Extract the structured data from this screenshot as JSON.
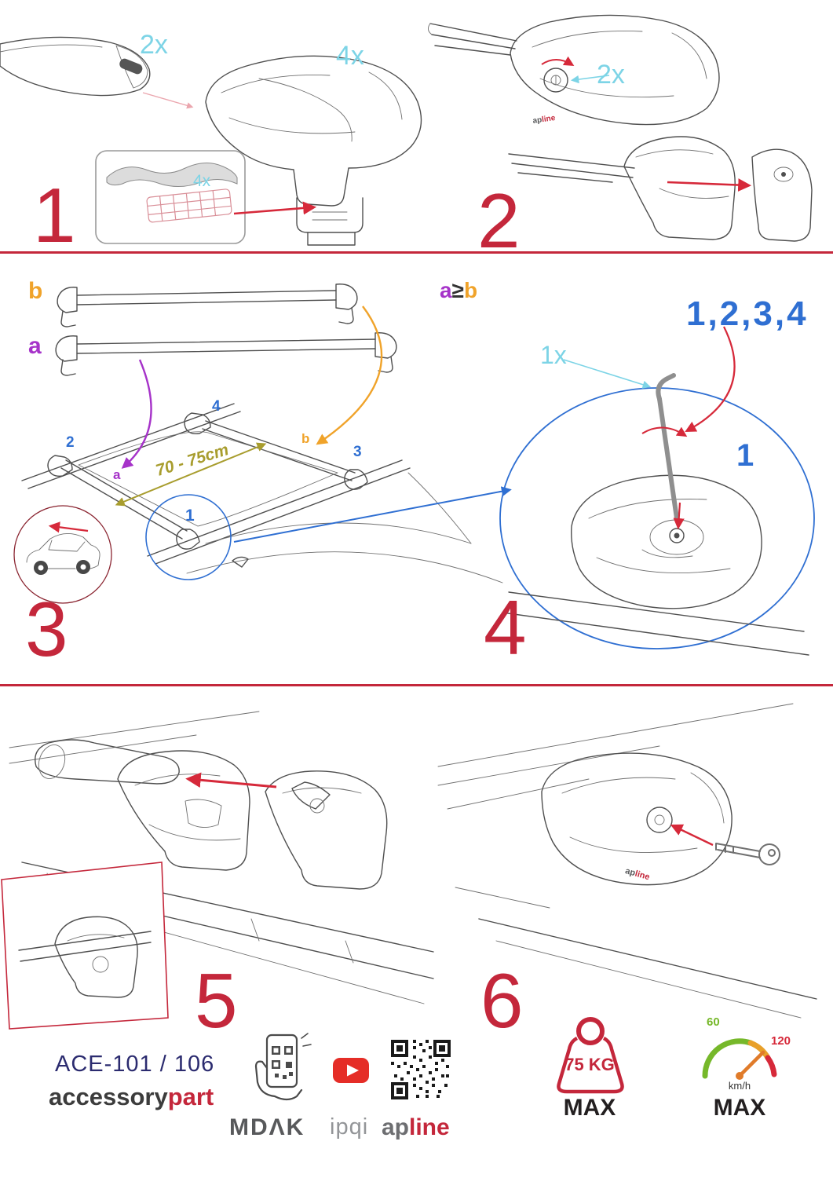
{
  "colors": {
    "red": "#c4273b",
    "cyan": "#7dd4e6",
    "orange": "#f0a32a",
    "purple": "#a633c9",
    "blue": "#2f6fd2",
    "olive": "#a89d2e",
    "navy": "#2b2b6f",
    "line_art": "#4f4f4f"
  },
  "steps": {
    "one": {
      "num": "1",
      "bar_qty": "2x",
      "foot_qty": "4x",
      "pad_qty": "4x"
    },
    "two": {
      "num": "2",
      "lock_qty": "2x"
    },
    "three": {
      "num": "3",
      "bar_b": "b",
      "bar_a": "a",
      "roof_2": "2",
      "roof_4": "4",
      "roof_b": "b",
      "roof_3": "3",
      "roof_a": "a",
      "roof_1": "1",
      "distance": "70 - 75cm"
    },
    "four": {
      "num": "4",
      "cond_a": "a",
      "cond_op": "≥",
      "cond_b": "b",
      "order": "1,2,3,4",
      "key_qty": "1x",
      "first": "1"
    },
    "five": {
      "num": "5"
    },
    "six": {
      "num": "6"
    }
  },
  "footer": {
    "model": "ACE-101 / 106",
    "brand_gray": "accessory",
    "brand_red": "part",
    "mdak": "MDΛK",
    "ipqi": "ipqi",
    "apline_gray": "ap",
    "apline_red": "line",
    "weight": "75 KG",
    "weight_max": "MAX",
    "speed_low": "60",
    "speed_high": "120",
    "speed_unit": "km/h",
    "speed_max": "MAX"
  }
}
